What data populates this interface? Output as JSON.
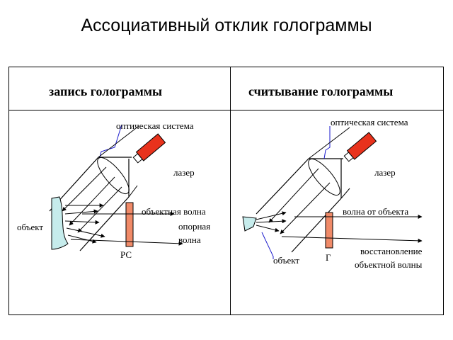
{
  "title": "Ассоциативный отклик голограммы",
  "left_panel": {
    "header": "запись голограммы",
    "optical_system": "оптическая система",
    "laser": "лазер",
    "object_wave": "объектная волна",
    "object": "объект",
    "reference_wave_1": "опорная",
    "reference_wave_2": "волна",
    "plate": "РС"
  },
  "right_panel": {
    "header": "считывание голограммы",
    "optical_system": "оптическая система",
    "laser": "лазер",
    "wave_from_object": "волна от объекта",
    "object": "объект",
    "plate": "Г",
    "reconstruction_1": "восстановление",
    "reconstruction_2": "объектной волны"
  },
  "colors": {
    "laser": "#e8321c",
    "plate": "#f08a68",
    "object": "#c6ecec",
    "lens": "#ffffff",
    "pointer": "#1a1acc"
  }
}
